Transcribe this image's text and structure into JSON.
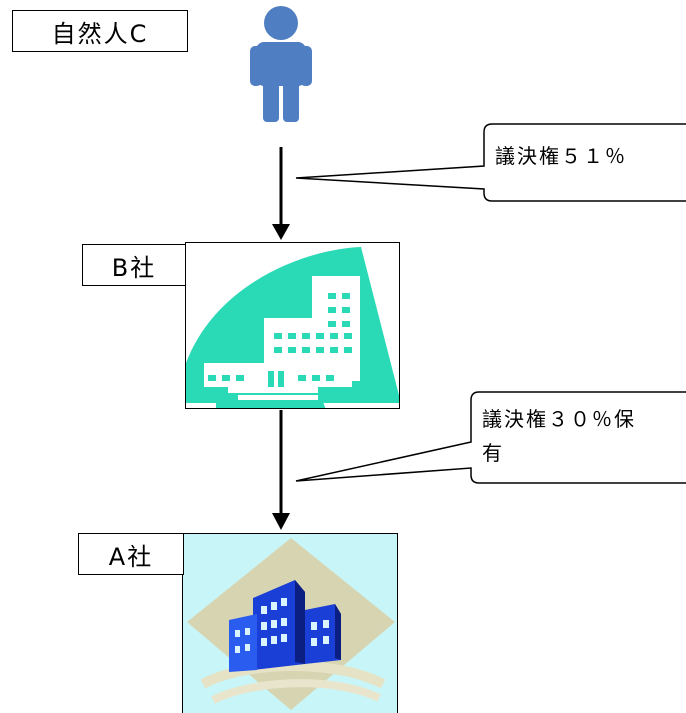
{
  "entities": {
    "person": {
      "label": "自然人C"
    },
    "company_b": {
      "label": "B社"
    },
    "company_a": {
      "label": "A社"
    }
  },
  "relations": {
    "c_to_b": {
      "label": "議決権５１％"
    },
    "b_to_a": {
      "label_line1": "議決権３０％保",
      "label_line2": "有"
    }
  },
  "colors": {
    "person": "#4f7ec2",
    "b_building": "#2ad9b5",
    "a_background": "#c8f6f8",
    "a_diamond": "#d7d4b2",
    "a_building": "#1a3fd6"
  }
}
